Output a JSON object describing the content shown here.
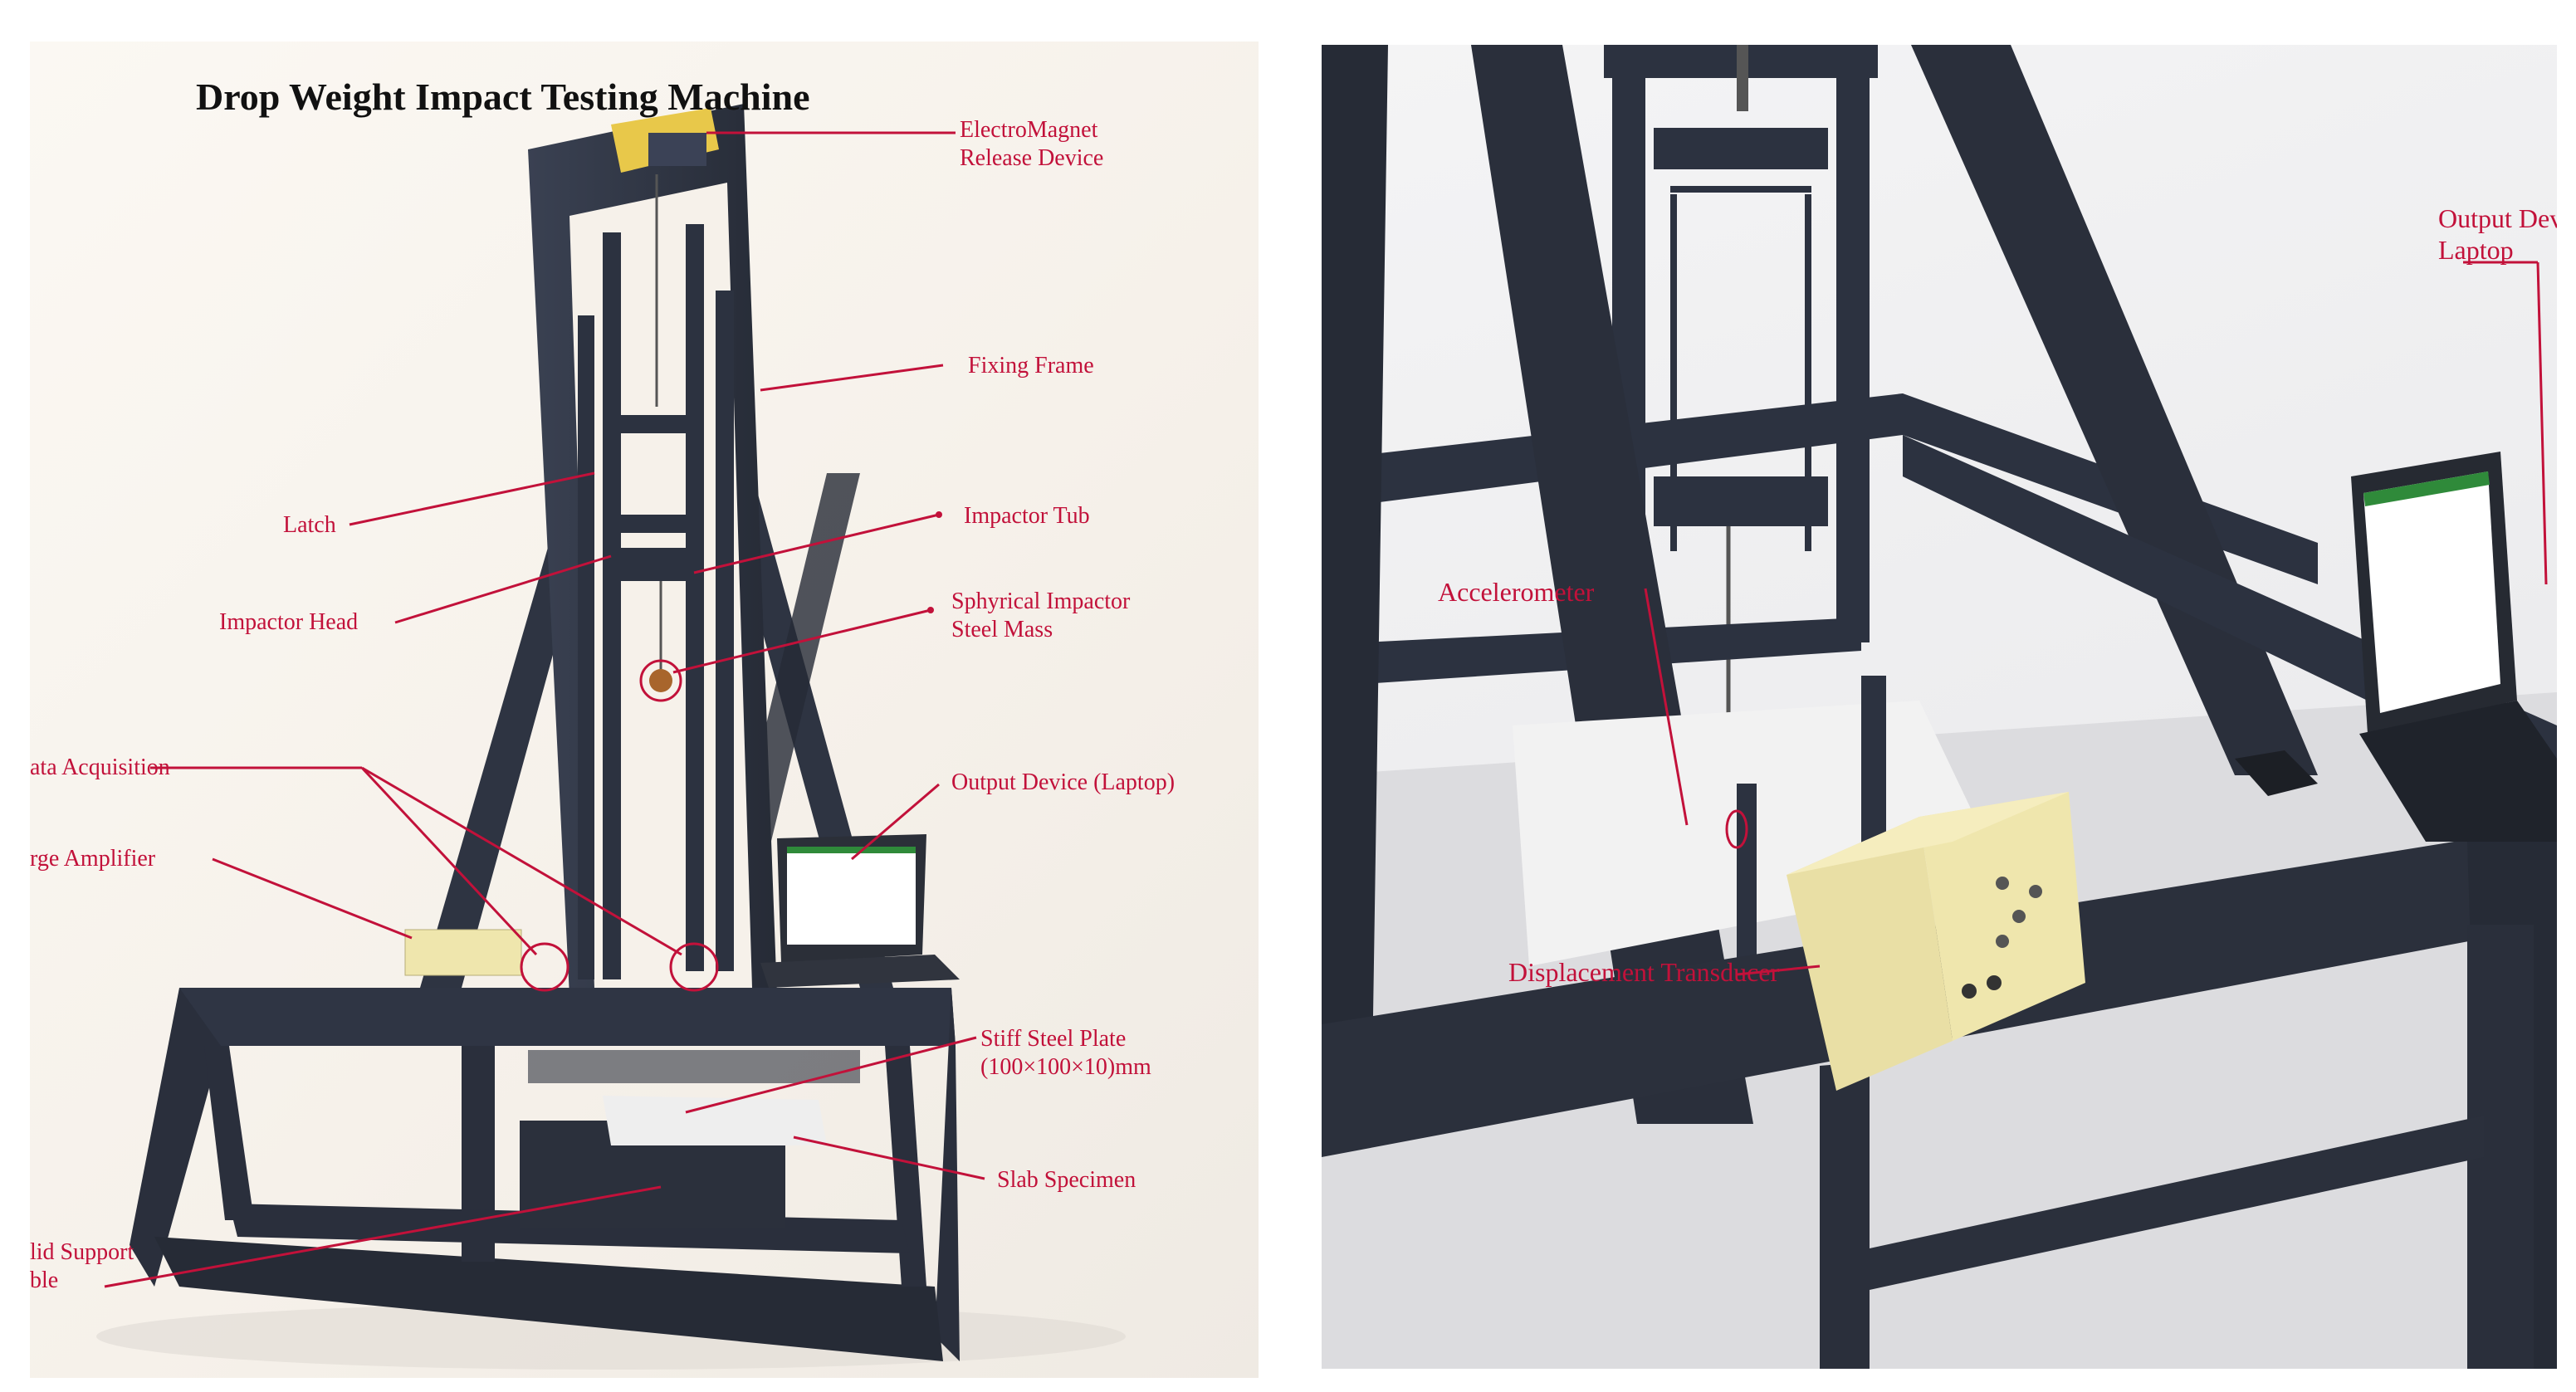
{
  "left_panel": {
    "title": "Drop Weight Impact Testing Machine",
    "labels": {
      "electromagnet_line1": "ElectroMagnet",
      "electromagnet_line2": "Release Device",
      "fixing_frame": "Fixing Frame",
      "latch": "Latch",
      "impactor_tub": "Impactor Tub",
      "impactor_head": "Impactor Head",
      "spherical_line1": "Sphyrical Impactor",
      "spherical_line2": "Steel Mass",
      "data_acquisition": "ata Acquisition",
      "charge_amplifier": "rge Amplifier",
      "output_device": "Output Device (Laptop)",
      "steel_plate_line1": "Stiff Steel Plate",
      "steel_plate_line2": "(100×100×10)mm",
      "slab_specimen": "Slab Specimen",
      "support_line1": "lid Support",
      "support_line2": "ble"
    }
  },
  "right_panel": {
    "labels": {
      "output_line1": "Output Device",
      "output_line2": "Laptop",
      "accelerometer": "Accelerometer",
      "displacement": "Displacement Transducer"
    }
  },
  "colors": {
    "frame": "#2c3240",
    "annotation": "#c2113a",
    "electromagnet": "#e8c84a",
    "amplifier_box": "#efe6ad"
  }
}
